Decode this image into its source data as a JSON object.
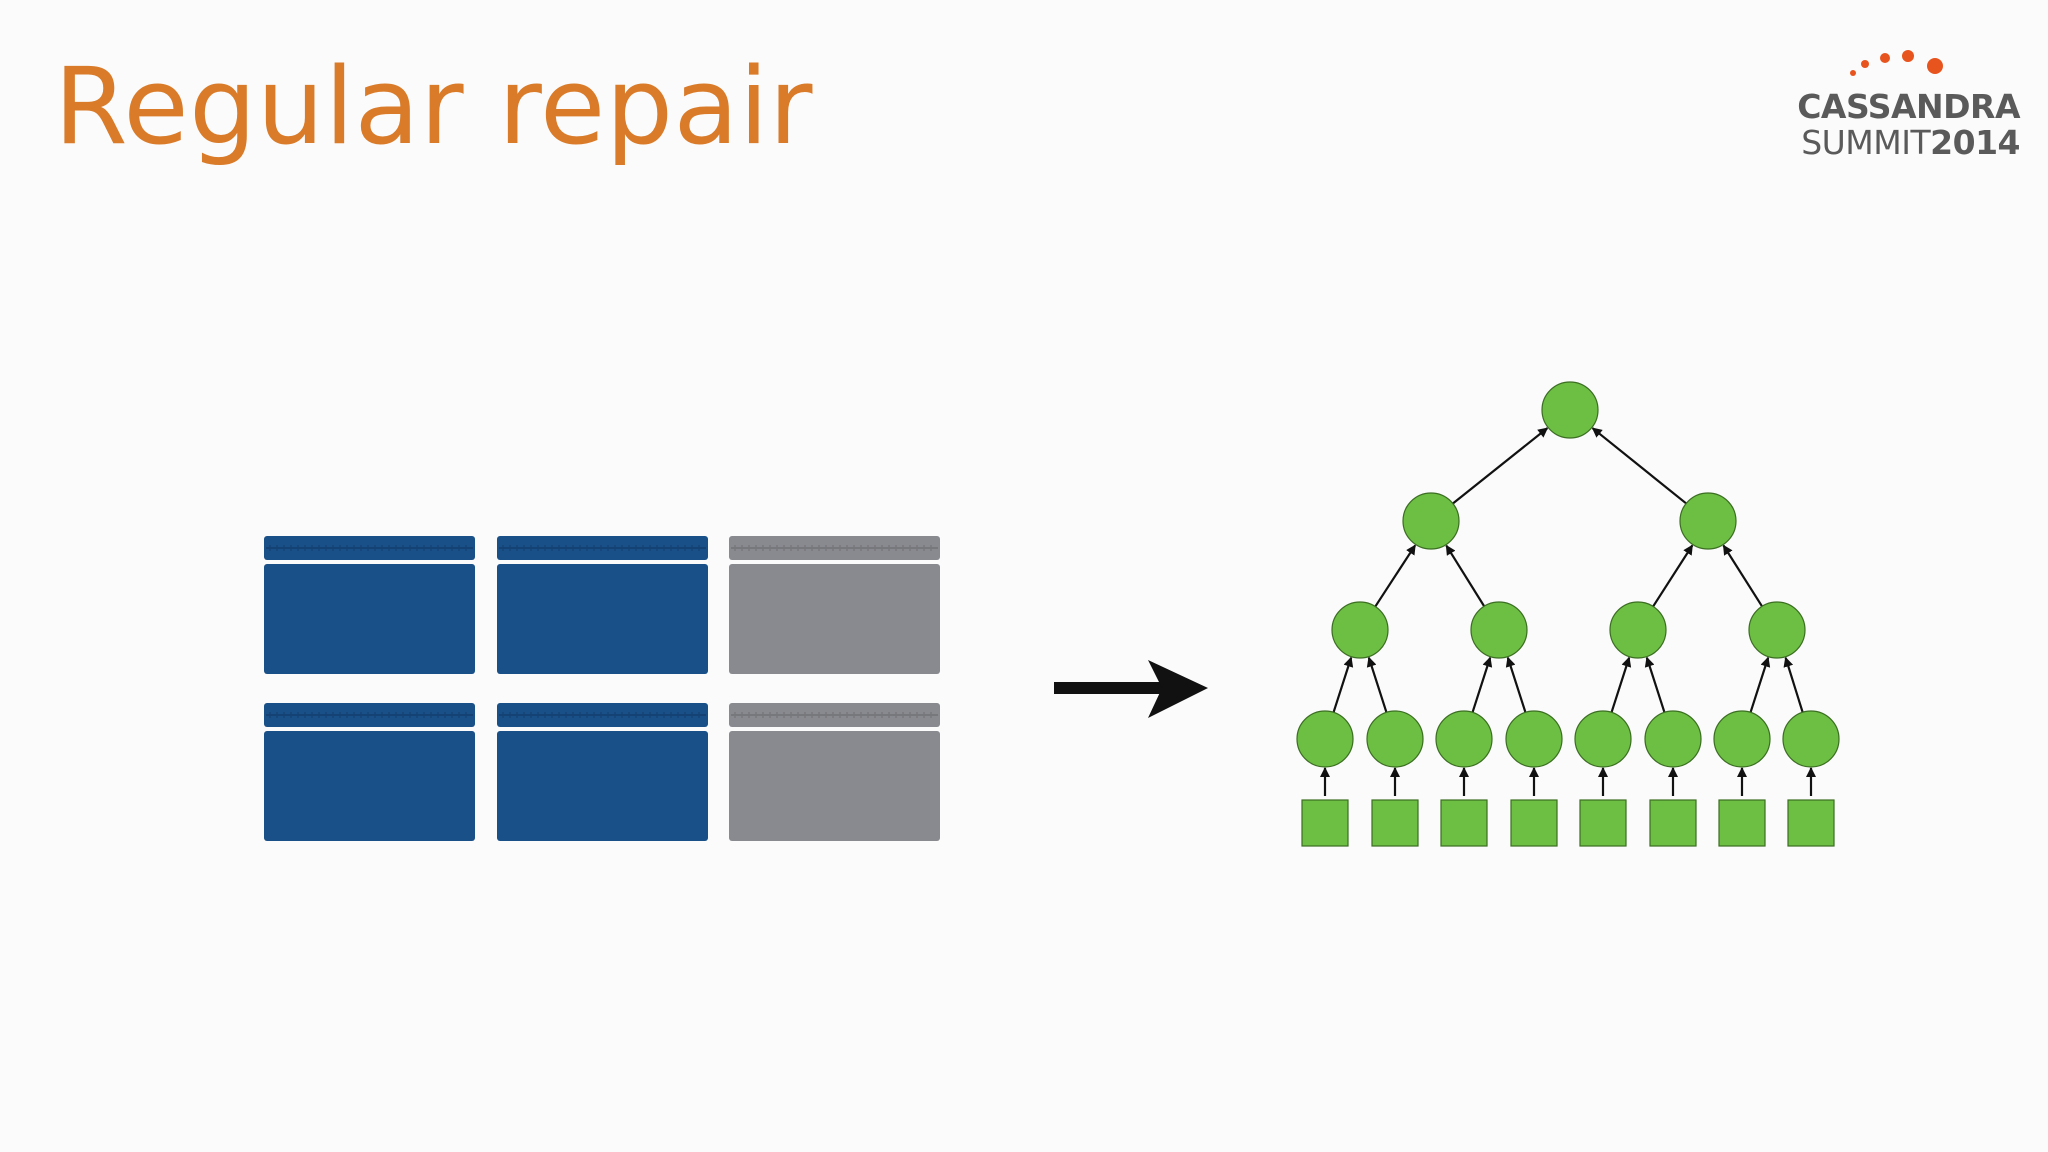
{
  "slide": {
    "title": "Regular repair"
  },
  "logo": {
    "line1": "CASSANDRA",
    "line2_a": "SUMMIT",
    "line2_b": "2014",
    "dot_color": "#e8541e"
  },
  "diagram": {
    "data_blocks": [
      {
        "row": 1,
        "col": 1,
        "state": "blue"
      },
      {
        "row": 1,
        "col": 2,
        "state": "blue"
      },
      {
        "row": 1,
        "col": 3,
        "state": "gray"
      },
      {
        "row": 2,
        "col": 1,
        "state": "blue"
      },
      {
        "row": 2,
        "col": 2,
        "state": "blue"
      },
      {
        "row": 2,
        "col": 3,
        "state": "gray"
      }
    ],
    "arrow": "right-arrow",
    "merkle_tree": {
      "levels": 5,
      "leaf_count": 8,
      "node_shape": "circle",
      "leaf_shape": "square"
    },
    "colors": {
      "blue": "#1a5088",
      "blue_dark": "#154275",
      "gray": "#898a8f",
      "gray_dark": "#77787c",
      "node_fill": "#6dbf43",
      "node_stroke": "#3b6e22",
      "edge": "#111111"
    }
  }
}
